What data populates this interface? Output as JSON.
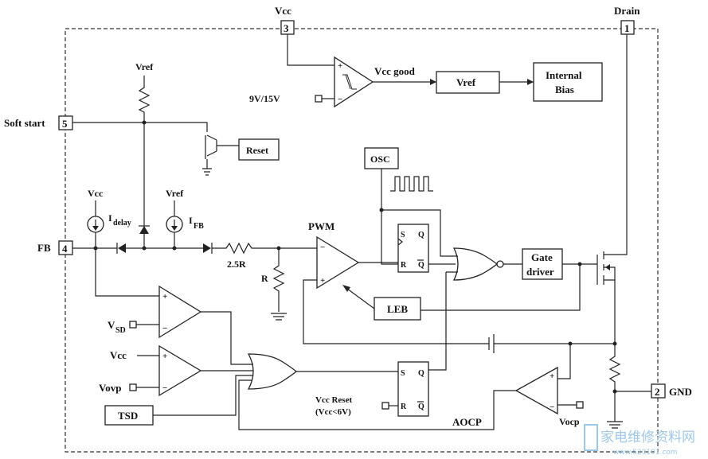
{
  "pins": {
    "vcc": {
      "label": "Vcc",
      "number": "3"
    },
    "drain": {
      "label": "Drain",
      "number": "1"
    },
    "soft_start": {
      "label": "Soft start",
      "number": "5"
    },
    "fb": {
      "label": "FB",
      "number": "4"
    },
    "gnd": {
      "label": "GND",
      "number": "2"
    }
  },
  "blocks": {
    "vref": "Vref",
    "internal_bias_1": "Internal",
    "internal_bias_2": "Bias",
    "reset": "Reset",
    "osc": "OSC",
    "gate_driver_1": "Gate",
    "gate_driver_2": "driver",
    "leb": "LEB",
    "tsd": "TSD"
  },
  "labels": {
    "vcc_good": "Vcc good",
    "uvlo_threshold": "9V/15V",
    "vref_top": "Vref",
    "vcc_left": "Vcc",
    "i_delay": "I",
    "i_delay_sub": "delay",
    "vref_mid": "Vref",
    "i_fb": "I",
    "i_fb_sub": "FB",
    "pwm": "PWM",
    "res_25r": "2.5R",
    "res_r": "R",
    "v_sd": "V",
    "v_sd_sub": "SD",
    "vcc_comp": "Vcc",
    "vovp": "Vovp",
    "vcc_reset_1": "Vcc Reset",
    "vcc_reset_2": "(Vcc<6V)",
    "aocp": "AOCP",
    "vocp": "Vocp",
    "latch_s": "S",
    "latch_r": "R",
    "latch_q": "Q",
    "latch_qbar": "Q",
    "plus": "+",
    "minus": "−"
  },
  "watermark": {
    "text": "家电维修资料网",
    "url": "www.520101.com"
  }
}
